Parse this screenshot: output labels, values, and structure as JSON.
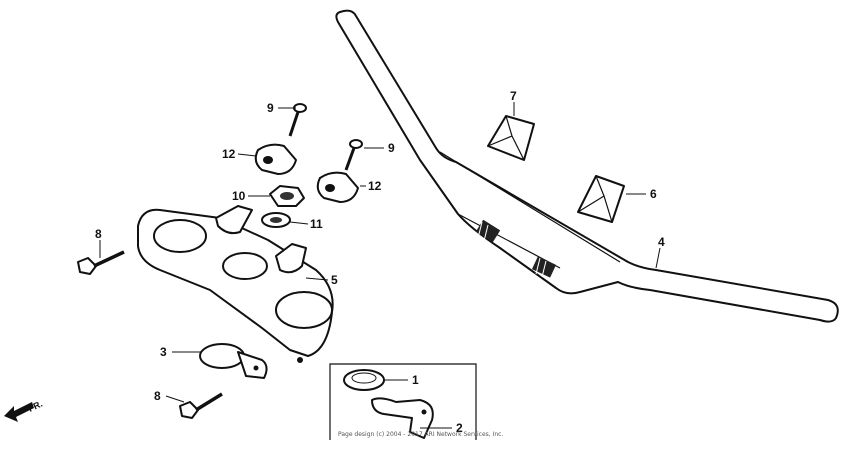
{
  "diagram": {
    "callouts": {
      "c1": "1",
      "c2": "2",
      "c3": "3",
      "c4": "4",
      "c5": "5",
      "c6": "6",
      "c7": "7",
      "c8a": "8",
      "c8b": "8",
      "c9a": "9",
      "c9b": "9",
      "c10": "10",
      "c11": "11",
      "c12a": "12",
      "c12b": "12"
    },
    "direction_label": "FR.",
    "copyright": "Page design (c) 2004 - 2017 ARI Network Services, Inc."
  }
}
